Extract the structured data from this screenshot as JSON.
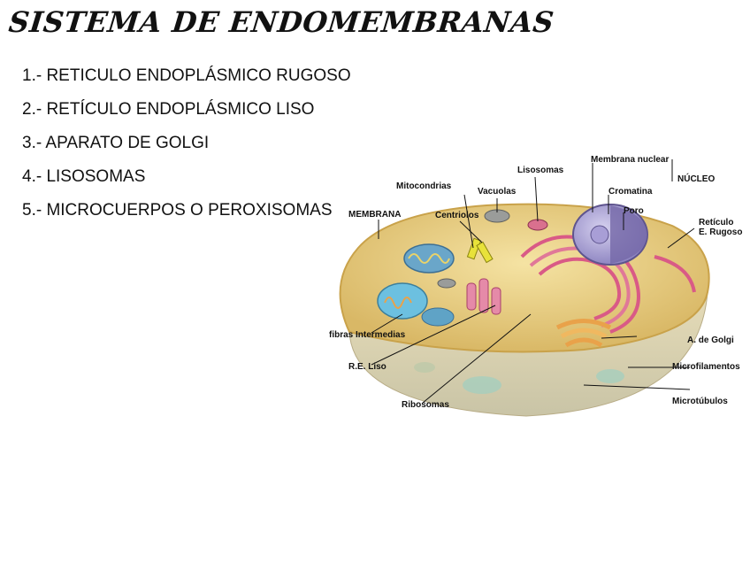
{
  "title": "SISTEMA DE ENDOMEMBRANAS",
  "items": [
    "1.- RETICULO ENDOPLÁSMICO RUGOSO",
    "2.- RETÍCULO ENDOPLÁSMICO LISO",
    "3.- APARATO DE GOLGI",
    "4.- LISOSOMAS",
    "5.- MICROCUERPOS O PEROXISOMAS"
  ],
  "figure": {
    "labels": {
      "lisosomas": "Lisosomas",
      "membrana_nuclear": "Membrana nuclear",
      "nucleo": "NÚCLEO",
      "mitocondrias": "Mitocondrias",
      "vacuolas": "Vacuolas",
      "cromatina": "Cromatina",
      "poro": "Poro",
      "membrana": "MEMBRANA",
      "centriolos": "Centriolos",
      "reticulo_rugoso": "Retículo\nE. Rugoso",
      "fibras": "fibras Intermedias",
      "golgi": "A. de Golgi",
      "re_liso": "R.E. Liso",
      "microfilamentos": "Microfilamentos",
      "ribosomas": "Ribosomas",
      "microtubulos": "Microtúbulos"
    }
  }
}
